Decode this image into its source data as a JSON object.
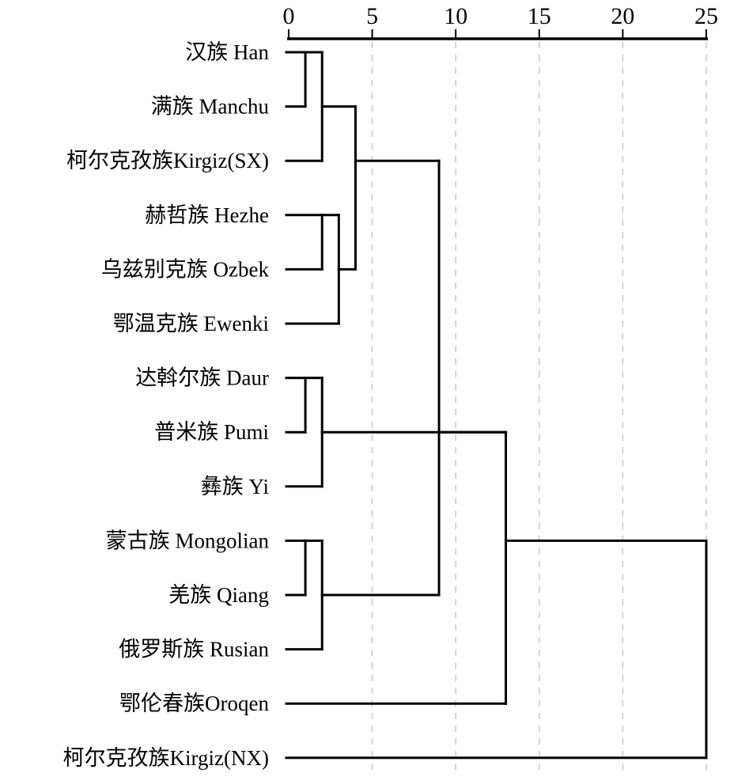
{
  "chart_data": {
    "type": "dendrogram",
    "title": "",
    "xlabel": "",
    "ylabel": "",
    "xlim": [
      0,
      25
    ],
    "x_ticks": [
      0,
      5,
      10,
      15,
      20,
      25
    ],
    "x_tick_labels": [
      "0",
      "5",
      "10",
      "15",
      "20",
      "25"
    ],
    "axis_position": "top",
    "grid": true,
    "grid_style": "dashed-vertical",
    "leaves": [
      "汉族 Han",
      "满族 Manchu",
      "柯尔克孜族Kirgiz(SX)",
      "赫哲族 Hezhe",
      "乌兹别克族 Ozbek",
      "鄂温克族 Ewenki",
      "达斡尔族 Daur",
      "普米族 Pumi",
      "彝族 Yi",
      "蒙古族 Mongolian",
      "羌族 Qiang",
      "俄罗斯族 Rusian",
      "鄂伦春族Oroqen",
      "柯尔克孜族Kirgiz(NX)"
    ],
    "merges": [
      {
        "id": "A",
        "children": [
          "L0",
          "L1"
        ],
        "height": 1,
        "out_row": 0
      },
      {
        "id": "B",
        "children": [
          "A",
          "L2"
        ],
        "height": 2,
        "out_row": 1
      },
      {
        "id": "C",
        "children": [
          "L3",
          "L4"
        ],
        "height": 2,
        "out_row": 3
      },
      {
        "id": "D",
        "children": [
          "C",
          "L5"
        ],
        "height": 3,
        "out_row": 4
      },
      {
        "id": "E",
        "children": [
          "B",
          "D"
        ],
        "height": 4,
        "out_row": 2
      },
      {
        "id": "F",
        "children": [
          "L6",
          "L7"
        ],
        "height": 1,
        "out_row": 6
      },
      {
        "id": "G",
        "children": [
          "F",
          "L8"
        ],
        "height": 2,
        "out_row": 7
      },
      {
        "id": "H",
        "children": [
          "L9",
          "L10"
        ],
        "height": 1,
        "out_row": 9
      },
      {
        "id": "I",
        "children": [
          "H",
          "L11"
        ],
        "height": 2,
        "out_row": 10
      },
      {
        "id": "J",
        "children": [
          "E",
          "I"
        ],
        "height": 9,
        "out_row": 7
      },
      {
        "id": "K",
        "children": [
          "G",
          "J",
          "L12"
        ],
        "height": 13,
        "out_row": 9
      },
      {
        "id": "M",
        "children": [
          "K",
          "L13"
        ],
        "height": 25,
        "out_row": 9
      }
    ]
  }
}
